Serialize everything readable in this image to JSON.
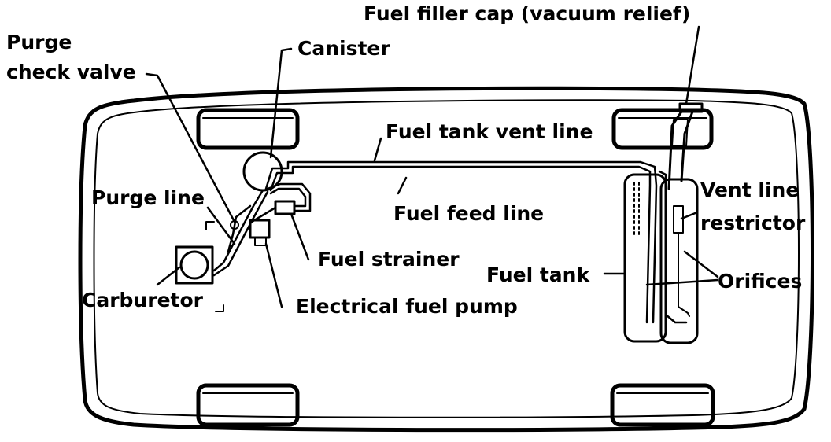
{
  "labels": {
    "fuel_filler_cap": "Fuel filler cap (vacuum relief)",
    "purge_line_1": "Purge",
    "purge_line_2": "check valve",
    "canister": "Canister",
    "fuel_tank_vent_line": "Fuel tank vent line",
    "vent_line_restrictor_1": "Vent line",
    "vent_line_restrictor_2": "restrictor",
    "purge_line": "Purge line",
    "fuel_feed_line": "Fuel feed line",
    "fuel_strainer": "Fuel strainer",
    "fuel_tank": "Fuel tank",
    "orifices": "Orifices",
    "carburetor": "Carburetor",
    "electrical_fuel_pump": "Electrical fuel pump"
  },
  "colors": {
    "ink": "#000000",
    "paper": "#ffffff"
  }
}
